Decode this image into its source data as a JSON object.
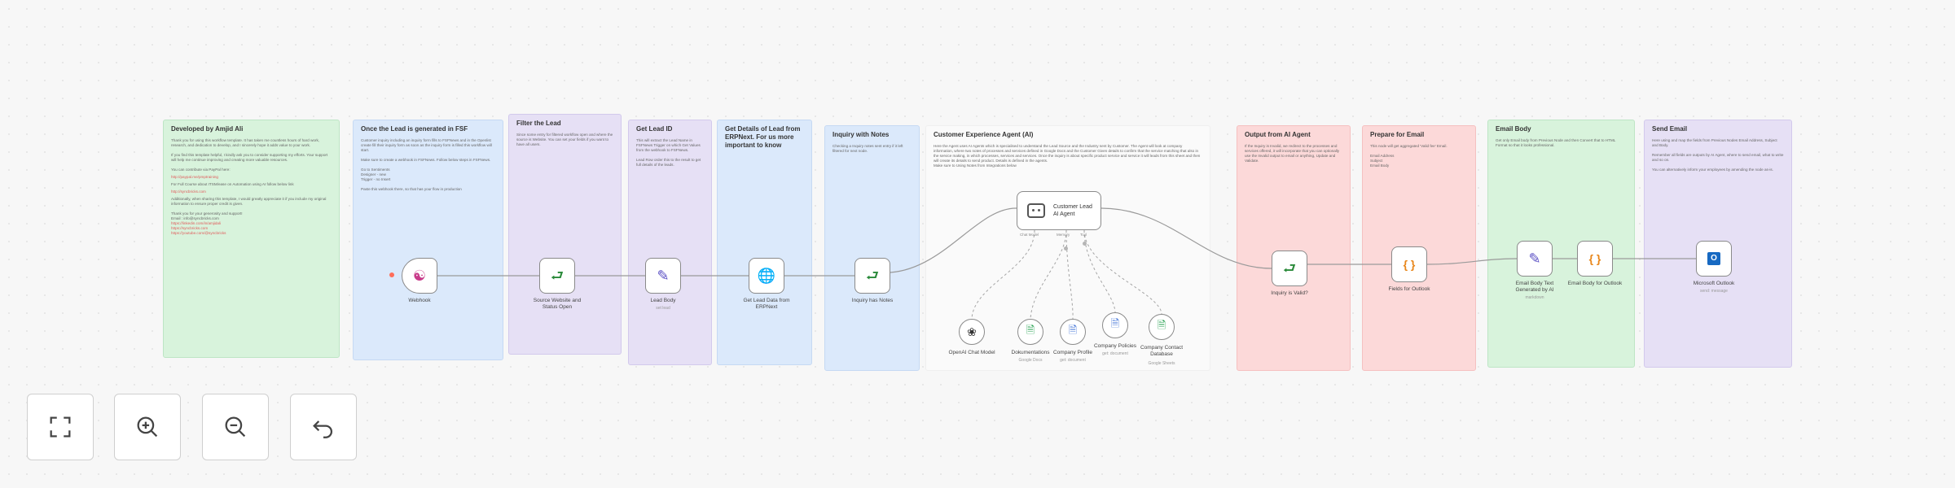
{
  "notes": [
    {
      "title": "Developed by Amjid Ali",
      "body": "Thank you for using this workflow template. It has taken me countless hours of hard work, research, and dedication to develop, and I sincerely hope it adds value to your work.\n\nIf you find this template helpful, I kindly ask you to consider supporting my efforts. Your support will help me continue improving and creating more valuable resources.\n\nYou can contribute via PayPal here:",
      "links": [
        "http://paypal.me/pmptraining",
        "For Full Course about ITSM/ease on Automation using AI follow below link",
        "http://syncbricks.com"
      ],
      "body2": "Additionally, when sharing this template, I would greatly appreciate it if you include my original information to ensure proper credit is given.\n\nThank you for your generosity and support!\nEmail : info@syncbricks.com",
      "links2": [
        "https://linkedin.com/in/amjidali",
        "https://syncbricks.com",
        "https://youtube.com/@syncbricks"
      ]
    },
    {
      "title": "Once the Lead is generated in FSF",
      "body": "Customer inquiry including an inquiry form fills to FSFNews and in the Openlist create fill their inquiry form as soon as the inquiry form is filled this workflow will start.\n\nMake sure to create a webhook in FSFNews. Follow below steps in FSFNews.\n\nGo to Sentiments\nDesigner - new\nTrigger - no Insert\n\nPaste this webhook there, so that has your flow in production"
    },
    {
      "title": "Filter the Lead",
      "body": "Since some entry for filtered workflow open and where the source is Website. You can set your fields if you want to have all users."
    },
    {
      "title": "Get Lead ID",
      "body": "This will extract the Lead Name in FSFNews Trigger on which Get Values from the webhook to FSFNews.\n\nLead Row order this to the result to get full details of the leads.",
      "links": [
        "Get Values"
      ]
    },
    {
      "title": "Get Details of Lead from ERPNext. For us more important to know",
      "body": ""
    },
    {
      "title": "Inquiry with Notes",
      "body": "Checking a Inquiry notes sent entry if it left filtered for next node."
    },
    {
      "title": "Customer Experience Agent (AI)",
      "body": "Here the Agent uses AI Agents which is specialised to understand the Lead Source and the Industry sent by Customer. The Agent will look at company information, where two notes of processes and services defined in Google Docs and the Customer Given details to confirm that the service matching that also in the service making, in which processes, services and services. Once the inquiry is about specific product service and service it will leads from this sheet and then will create its details to send product. Details is defined in the agents.\nMake sure to Using Notes from Integrations below"
    },
    {
      "title": "Output from AI Agent",
      "body": "If the Inquiry is Invalid, we redirect to the processes and services offered, it will incorporate that you can optionally use the Invalid output to email or anything, Update and Validate."
    },
    {
      "title": "Prepare for Email",
      "body": "This node will get aggregated 'Valid fee' Email.\n\nEmail Address\nSubject\nEmail Body"
    },
    {
      "title": "Email Body",
      "body": "Get only Email body from Previous Node and then Convert that to HTML Format so that it looks professional."
    },
    {
      "title": "Send Email",
      "body": "Here using and map the fields from Previous Nodes Email Address, Subject and Body.\n\nRemember all fields are outputs by AI Agent, where to send email, what to write and so on.\n\nYou can alternatively inform your employees by amending the node as-is."
    }
  ],
  "nodes": {
    "webhook": {
      "label": "Webhook",
      "icon": "webhook-icon"
    },
    "source_filter": {
      "label": "Source Website and\nStatus Open",
      "icon": "filter-icon"
    },
    "lead_body": {
      "label": "Lead Body",
      "sub": "set lead"
    },
    "get_lead": {
      "label": "Get Lead Data from\nERPNext",
      "icon": "globe-icon"
    },
    "inquiry_notes": {
      "label": "Inquiry has Notes"
    },
    "agent": {
      "label": "Customer Lead\nAI Agent",
      "ports": [
        "Chat Model",
        "Memory",
        "Tool"
      ]
    },
    "openai": {
      "label": "OpenAI Chat Model"
    },
    "sub_tools": [
      {
        "label": "Dokumentations",
        "sub": "Google Docs"
      },
      {
        "label": "Company Profile",
        "sub": "get: document"
      },
      {
        "label": "Company Policies",
        "sub": "get: document"
      },
      {
        "label": "Company Contact\nDatabase",
        "sub": "Google Sheets"
      }
    ],
    "inquiry_valid": {
      "label": "Inquiry is Valid?"
    },
    "fields_outlook": {
      "label": "Fields for Outlook",
      "icon_text": "{ }"
    },
    "email_body_text": {
      "label": "Email Body Text\nGenerated by AI",
      "sub": "markdown"
    },
    "email_body_outlook": {
      "label": "Email Body for Outlook",
      "icon_text": "{ }"
    },
    "outlook": {
      "label": "Microsoft Outlook",
      "sub": "send: message"
    }
  },
  "controls": [
    {
      "name": "fit-view-button",
      "icon": "fit-icon"
    },
    {
      "name": "zoom-in-button",
      "icon": "zoom-in-icon"
    },
    {
      "name": "zoom-out-button",
      "icon": "zoom-out-icon"
    },
    {
      "name": "undo-button",
      "icon": "undo-icon"
    }
  ],
  "colors": {
    "green_note": "#d8f3dc",
    "blue_note": "#dbe9fb",
    "purple_note": "#e6e0f5",
    "red_note": "#fcd9d9",
    "link": "#e05a5a",
    "trigger_mark": "#ff6d5a"
  }
}
